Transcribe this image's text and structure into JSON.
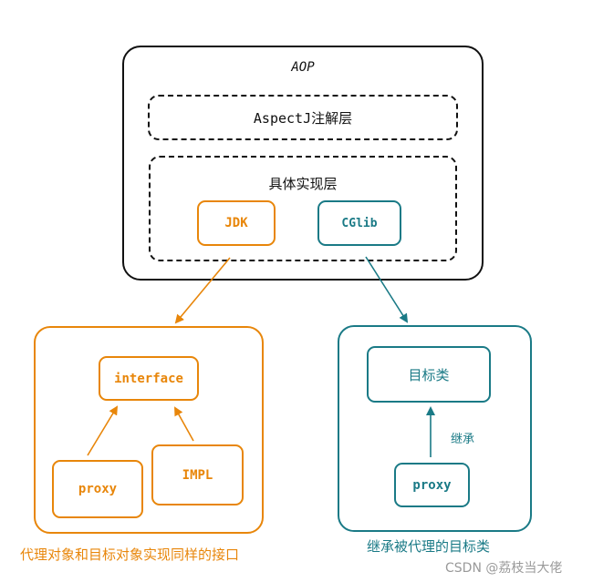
{
  "aop": {
    "title": "AOP"
  },
  "aspectj_layer": {
    "label": "AspectJ注解层"
  },
  "impl_layer": {
    "label": "具体实现层"
  },
  "jdk": {
    "label": "JDK"
  },
  "cglib": {
    "label": "CGlib"
  },
  "jdk_group": {
    "interface_label": "interface",
    "proxy_label": "proxy",
    "impl_label": "IMPL",
    "caption": "代理对象和目标对象实现同样的接口"
  },
  "cglib_group": {
    "target_label": "目标类",
    "proxy_label": "proxy",
    "inherit_label": "继承",
    "caption": "继承被代理的目标类"
  },
  "watermark": "CSDN @荔枝当大佬",
  "colors": {
    "jdk": "#e8860a",
    "cglib": "#1a7a86",
    "frame": "#111111"
  }
}
